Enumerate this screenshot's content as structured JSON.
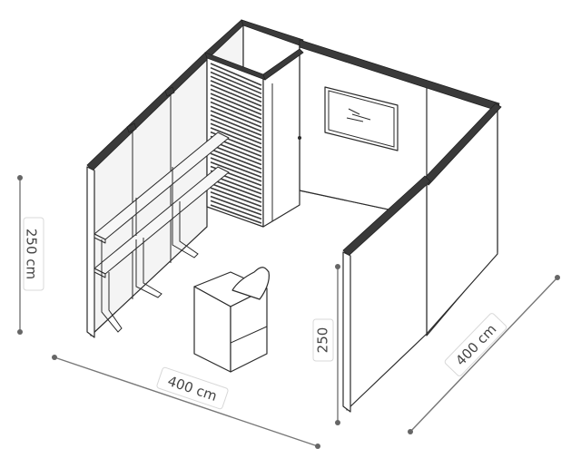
{
  "dimensions": {
    "height_left": "250 cm",
    "width_front": "400 cm",
    "depth_right": "400 cm",
    "height_front_panel": "250"
  },
  "colors": {
    "outline": "#2b2b2b",
    "wall_cap": "#3a3a3a",
    "dimension_line": "#777777",
    "dimension_text": "#444444"
  }
}
